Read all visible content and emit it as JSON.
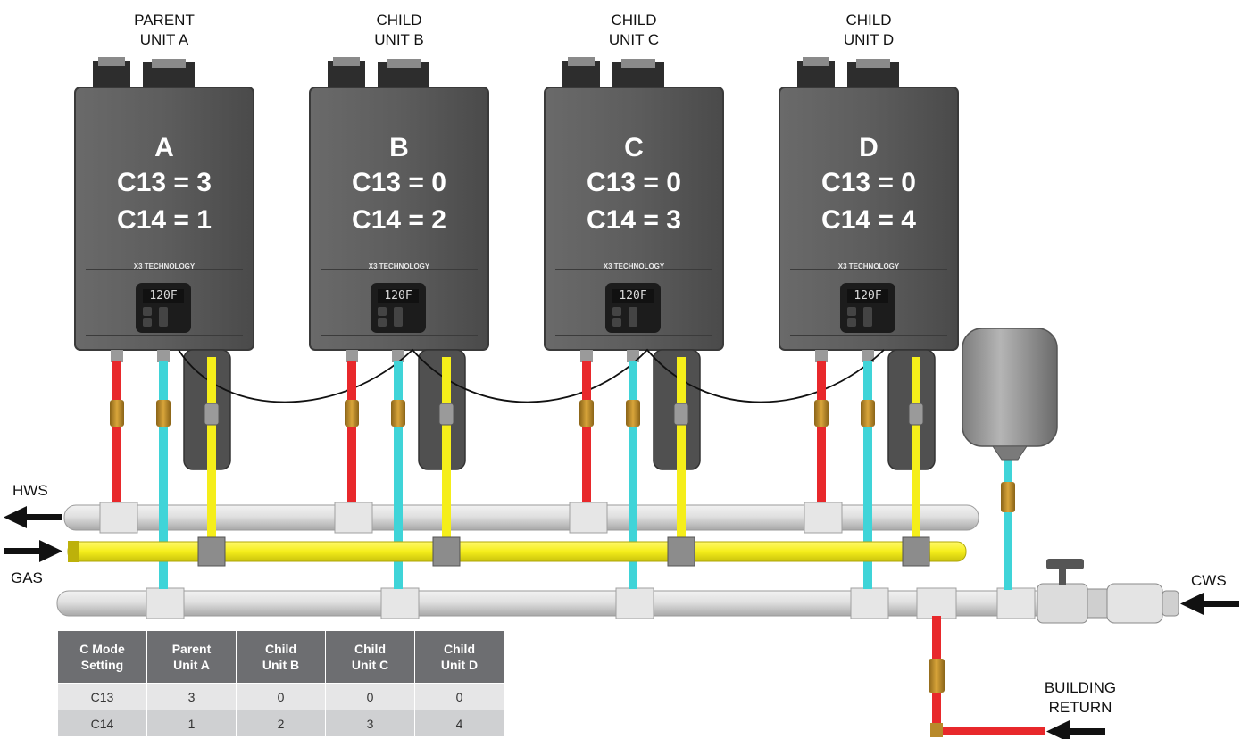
{
  "units": [
    {
      "role_line1": "PARENT",
      "role_line2": "UNIT A",
      "letter": "A",
      "c13": "C13 = 3",
      "c14": "C14 = 1"
    },
    {
      "role_line1": "CHILD",
      "role_line2": "UNIT B",
      "letter": "B",
      "c13": "C13 = 0",
      "c14": "C14 = 2"
    },
    {
      "role_line1": "CHILD",
      "role_line2": "UNIT C",
      "letter": "C",
      "c13": "C13 = 0",
      "c14": "C14 = 3"
    },
    {
      "role_line1": "CHILD",
      "role_line2": "UNIT D",
      "letter": "D",
      "c13": "C13 = 0",
      "c14": "C14 = 4"
    }
  ],
  "brand_text": "X3 TECHNOLOGY",
  "display_text": "120F",
  "labels": {
    "hws": "HWS",
    "gas": "GAS",
    "cws": "CWS",
    "building_return_line1": "BUILDING",
    "building_return_line2": "RETURN"
  },
  "table": {
    "headers": [
      [
        "C Mode",
        "Setting"
      ],
      [
        "Parent",
        "Unit A"
      ],
      [
        "Child",
        "Unit B"
      ],
      [
        "Child",
        "Unit C"
      ],
      [
        "Child",
        "Unit D"
      ]
    ],
    "rows": [
      [
        "C13",
        "3",
        "0",
        "0",
        "0"
      ],
      [
        "C14",
        "1",
        "2",
        "3",
        "4"
      ]
    ]
  },
  "colors": {
    "heater_body": "#5a5a5a",
    "hot_pipe": "#e8282b",
    "cold_pipe": "#3fd4d8",
    "gas_pipe": "#f5ee1a",
    "header_pipe": "#d9d9d9",
    "table_header": "#6d6e71"
  }
}
